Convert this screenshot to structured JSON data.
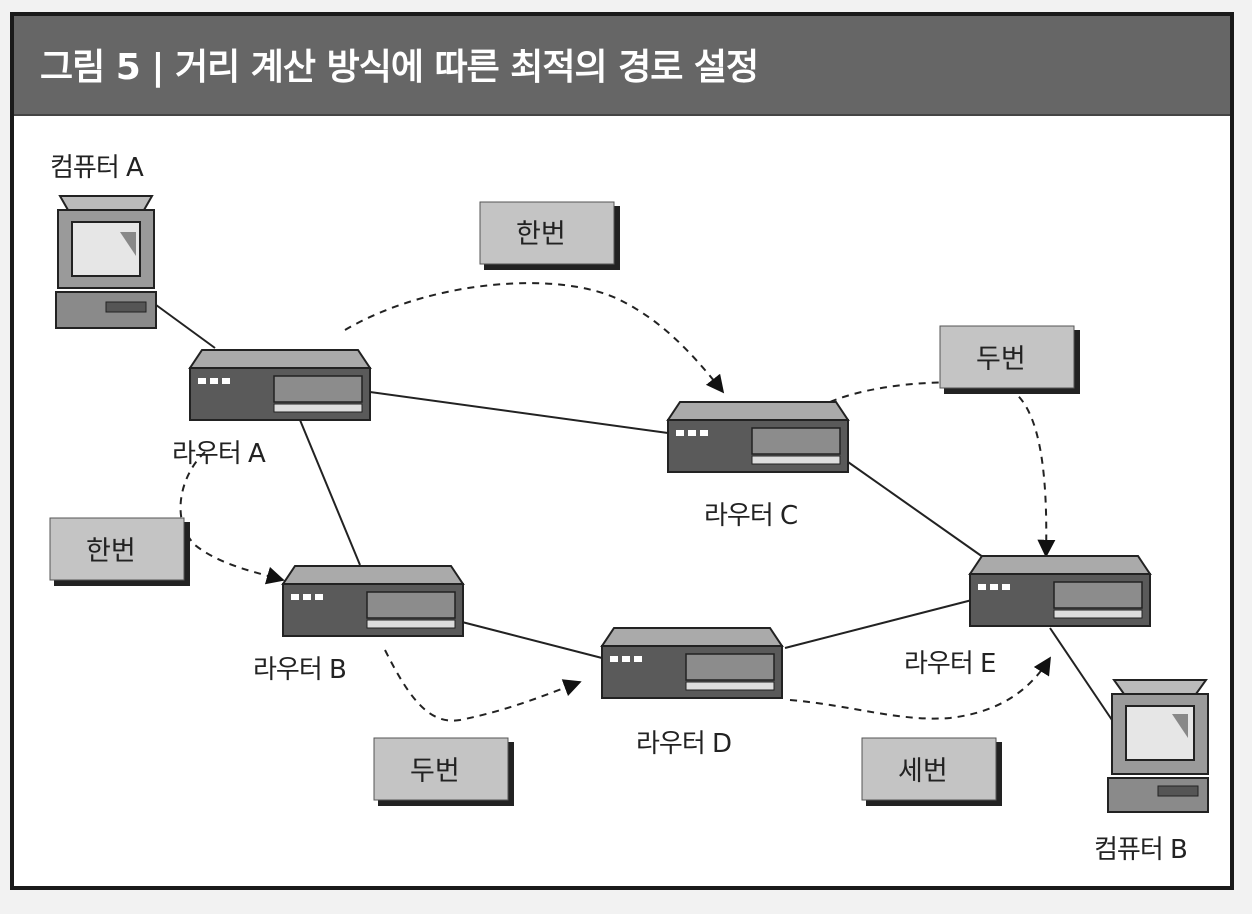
{
  "title": "그림 5 | 거리 계산 방식에 따른 최적의 경로 설정",
  "computers": [
    {
      "id": "computer-a",
      "label": "컴퓨터 A"
    },
    {
      "id": "computer-b",
      "label": "컴퓨터 B"
    }
  ],
  "routers": [
    {
      "id": "router-a",
      "label": "라우터 A"
    },
    {
      "id": "router-b",
      "label": "라우터 B"
    },
    {
      "id": "router-c",
      "label": "라우터 C"
    },
    {
      "id": "router-d",
      "label": "라우터 D"
    },
    {
      "id": "router-e",
      "label": "라우터 E"
    }
  ],
  "hop_labels": [
    {
      "id": "hop-a-c",
      "text": "한번"
    },
    {
      "id": "hop-a-b",
      "text": "한번"
    },
    {
      "id": "hop-c-e",
      "text": "두번"
    },
    {
      "id": "hop-b-d",
      "text": "두번"
    },
    {
      "id": "hop-d-e",
      "text": "세번"
    }
  ]
}
